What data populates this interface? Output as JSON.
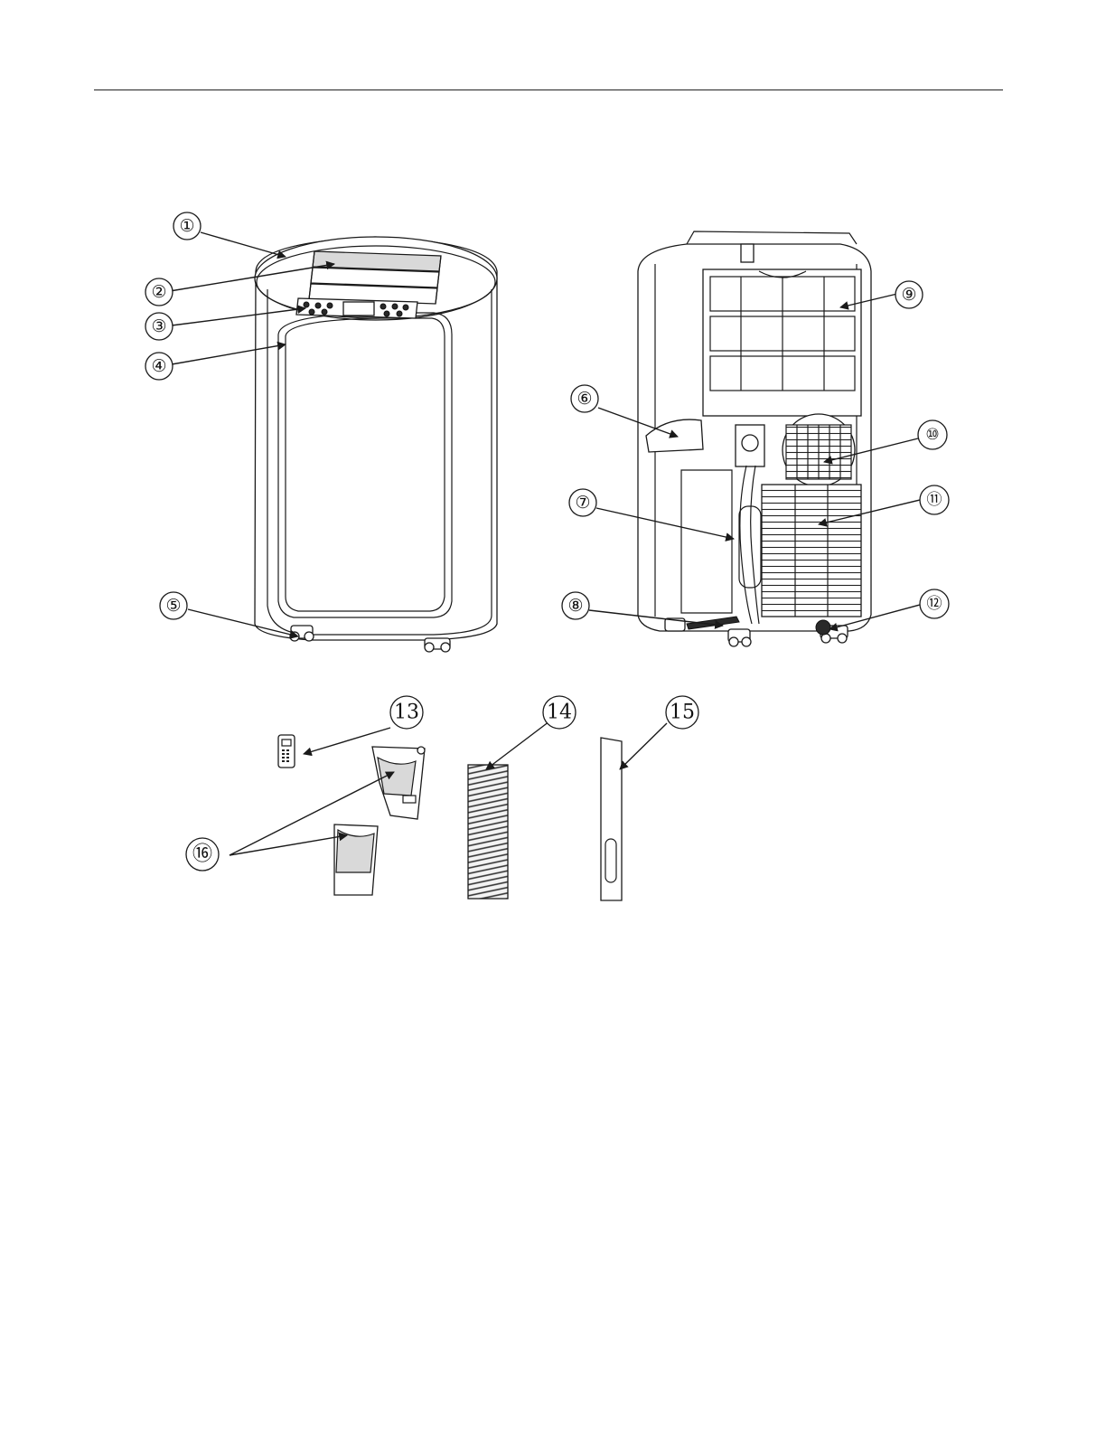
{
  "callouts": [
    {
      "id": "1",
      "label": "①"
    },
    {
      "id": "2",
      "label": "②"
    },
    {
      "id": "3",
      "label": "③"
    },
    {
      "id": "4",
      "label": "④"
    },
    {
      "id": "5",
      "label": "⑤"
    },
    {
      "id": "6",
      "label": "⑥"
    },
    {
      "id": "7",
      "label": "⑦"
    },
    {
      "id": "8",
      "label": "⑧"
    },
    {
      "id": "9",
      "label": "⑨"
    },
    {
      "id": "10",
      "label": "⑩"
    },
    {
      "id": "11",
      "label": "⑪"
    },
    {
      "id": "12",
      "label": "⑫"
    },
    {
      "id": "13",
      "label": "13"
    },
    {
      "id": "14",
      "label": "14"
    },
    {
      "id": "15",
      "label": "15"
    },
    {
      "id": "16",
      "label": "⑯"
    }
  ],
  "colors": {
    "line": "#1a1a1a",
    "background": "#ffffff"
  }
}
